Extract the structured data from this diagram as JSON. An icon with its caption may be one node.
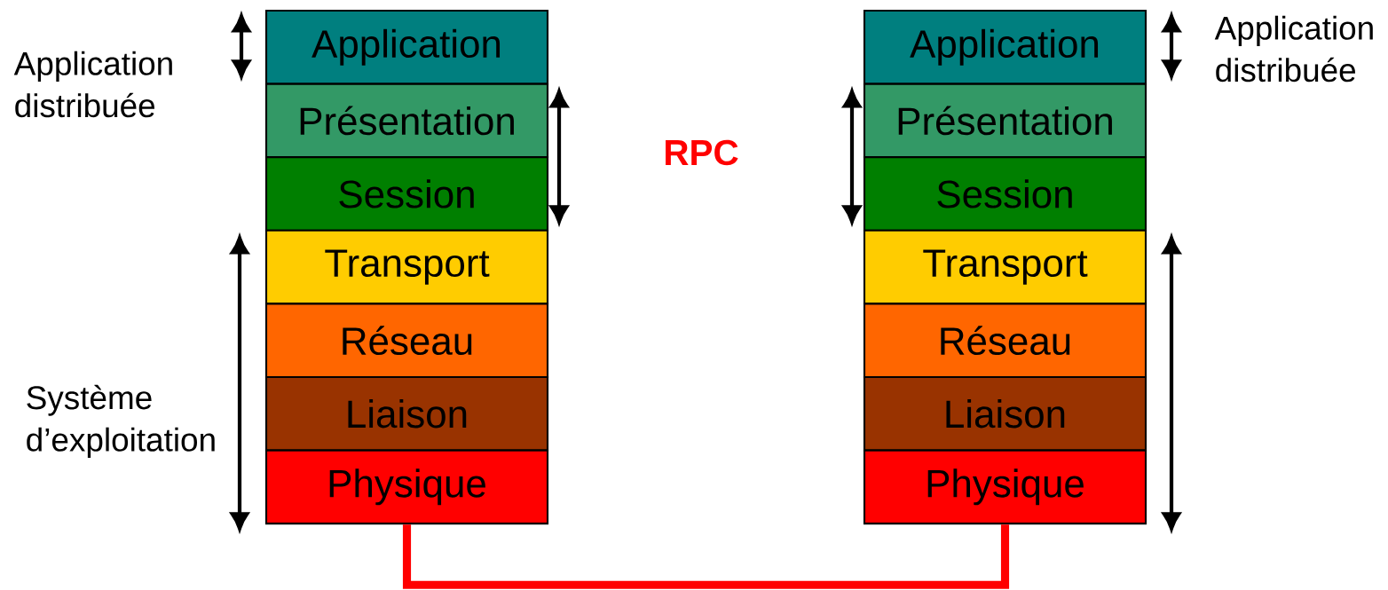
{
  "diagram": {
    "nodes": [
      {
        "text": [
          "Application"
        ]
      },
      {
        "text": [
          "Présentation"
        ]
      },
      {
        "text": [
          "Session"
        ]
      },
      {
        "text": [
          "Transport"
        ]
      },
      {
        "text": [
          "Réseau"
        ]
      },
      {
        "text": [
          "Liaison"
        ]
      },
      {
        "text": [
          "Physique"
        ]
      },
      {
        "text": [
          "Application"
        ]
      },
      {
        "text": [
          "Présentation"
        ]
      },
      {
        "text": [
          "Session"
        ]
      },
      {
        "text": [
          "Transport"
        ]
      },
      {
        "text": [
          "Réseau"
        ]
      },
      {
        "text": [
          "Liaison"
        ]
      },
      {
        "text": [
          "Physique"
        ]
      }
    ],
    "edges": [
      {
        "from": 6,
        "to": 13,
        "arrow": "none",
        "color": "#ff0000"
      }
    ],
    "labels": [
      "Application distribuée",
      "Application distribuée",
      "RPC",
      "Système d’exploitation"
    ]
  }
}
